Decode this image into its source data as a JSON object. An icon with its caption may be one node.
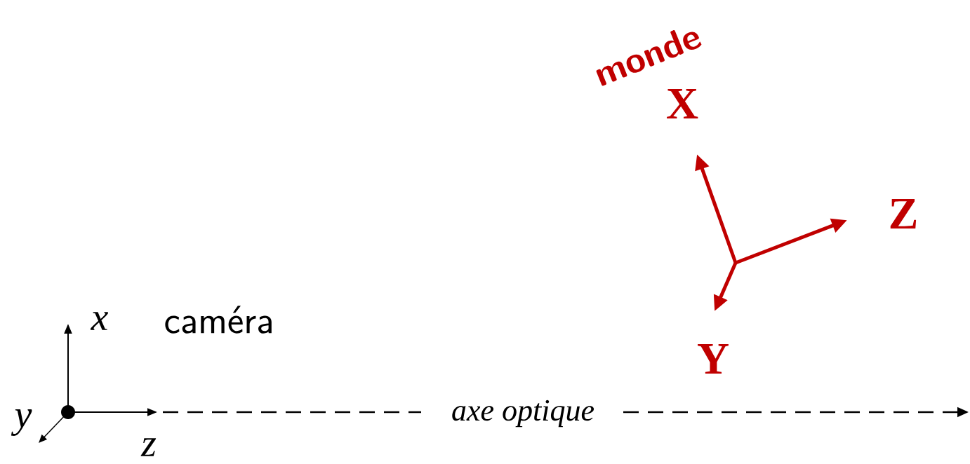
{
  "diagram": {
    "labels": [
      "x",
      "caméra",
      "y",
      "z",
      "axe optique",
      "monde",
      "X",
      "Z",
      "Y"
    ]
  }
}
